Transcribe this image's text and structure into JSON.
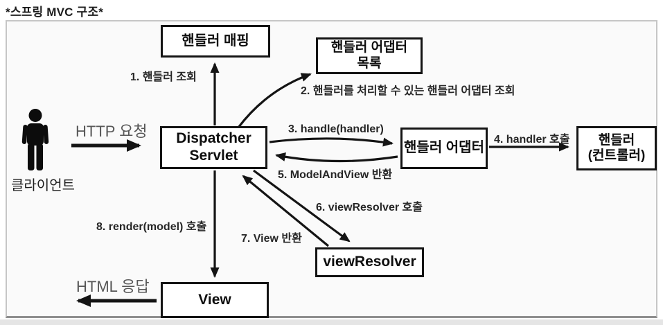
{
  "title": "*스프링 MVC 구조*",
  "client": {
    "label": "클라이언트"
  },
  "boxes": {
    "handler_mapping": "핸들러 매핑",
    "handler_adapter_list": "핸들러 어댑터\n목록",
    "dispatcher_servlet": "Dispatcher\nServlet",
    "handler_adapter": "핸들러 어댑터",
    "handler_controller": "핸들러\n(컨트롤러)",
    "view_resolver": "viewResolver",
    "view": "View"
  },
  "flows": {
    "http_request": "HTTP 요청",
    "html_response": "HTML 응답",
    "step1": "1. 핸들러 조회",
    "step2": "2. 핸들러를 처리할 수 있는 핸들러 어댑터 조회",
    "step3": "3. handle(handler)",
    "step4": "4. handler 호출",
    "step5": "5. ModelAndView 반환",
    "step6": "6. viewResolver 호출",
    "step7": "7. View 반환",
    "step8": "8. render(model) 호출"
  },
  "colors": {
    "arrow": "#141414",
    "box_border": "#141414",
    "box_bg": "#ffffff",
    "frame_bg": "#fafafa",
    "frame_border": "#c6c6c6",
    "step_label": "#262626",
    "io_label": "#575757"
  }
}
